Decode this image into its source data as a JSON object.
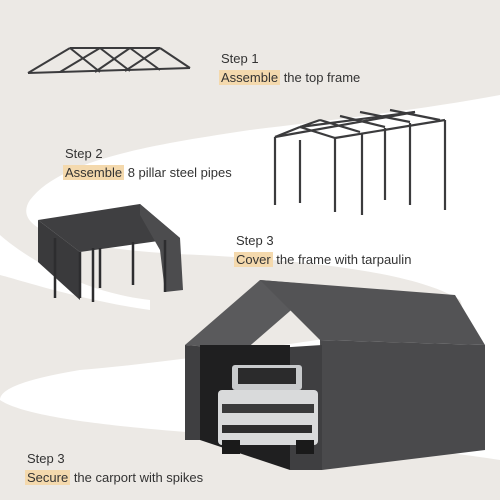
{
  "steps": [
    {
      "title": "Step 1",
      "highlight": "Assemble",
      "rest": " the top frame"
    },
    {
      "title": "Step 2",
      "highlight": "Assemble",
      "rest": " 8 pillar steel pipes"
    },
    {
      "title": "Step 3",
      "highlight": "Cover",
      "rest": " the frame with tarpaulin"
    },
    {
      "title": "Step 3",
      "highlight": "Secure",
      "rest": " the carport with spikes"
    }
  ],
  "colors": {
    "background_band": "#e9e6e2",
    "highlight": "#f4d9ad",
    "frame_metal": "#3b3b3d",
    "tarp": "#4a4a4c"
  },
  "icons": [
    "top-frame-illustration",
    "frame-with-pillars-illustration",
    "covered-frame-illustration",
    "carport-with-truck-illustration"
  ]
}
